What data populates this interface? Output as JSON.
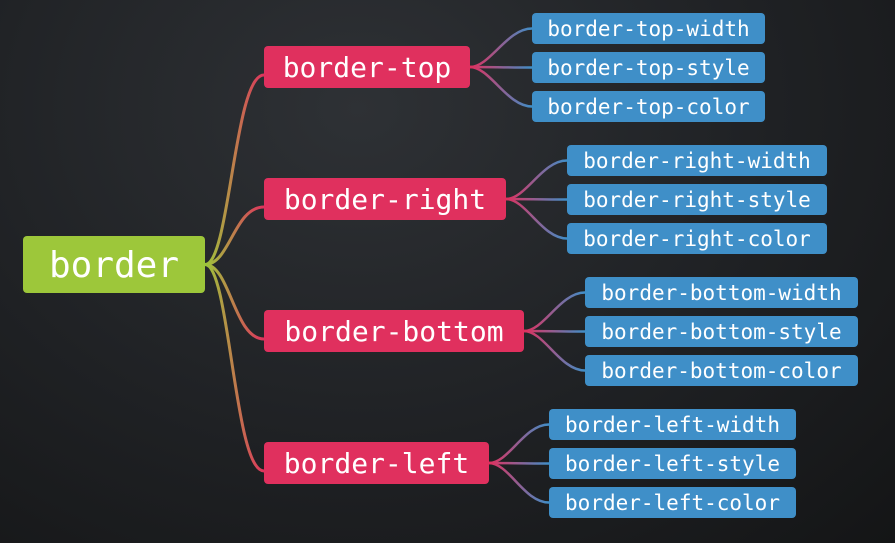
{
  "colors": {
    "root": "#9dc73a",
    "branch": "#e0305e",
    "leaf": "#3f8fc8",
    "text": "#ffffff",
    "background": "#1f2124"
  },
  "root": {
    "label": "border"
  },
  "branches": [
    {
      "label": "border-top",
      "children": [
        "border-top-width",
        "border-top-style",
        "border-top-color"
      ]
    },
    {
      "label": "border-right",
      "children": [
        "border-right-width",
        "border-right-style",
        "border-right-color"
      ]
    },
    {
      "label": "border-bottom",
      "children": [
        "border-bottom-width",
        "border-bottom-style",
        "border-bottom-color"
      ]
    },
    {
      "label": "border-left",
      "children": [
        "border-left-width",
        "border-left-style",
        "border-left-color"
      ]
    }
  ]
}
